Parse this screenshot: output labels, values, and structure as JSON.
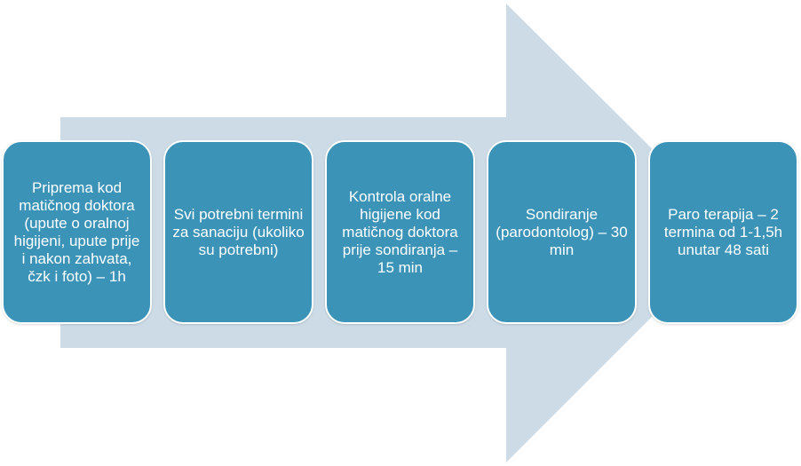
{
  "colors": {
    "arrow_fill": "#cddbe6",
    "step_fill": "#3b93b8",
    "step_text": "#ffffff"
  },
  "steps": [
    {
      "label": "Priprema kod matičnog doktora (upute o oralnoj higijeni, upute prije i nakon zahvata, čzk i foto) – 1h"
    },
    {
      "label": "Svi potrebni termini za sanaciju (ukoliko su potrebni)"
    },
    {
      "label": "Kontrola oralne higijene kod matičnog doktora prije sondiranja – 15 min"
    },
    {
      "label": "Sondiranje (parodontolog) – 30 min"
    },
    {
      "label": "Paro terapija – 2 termina od 1-1,5h unutar 48 sati"
    }
  ]
}
